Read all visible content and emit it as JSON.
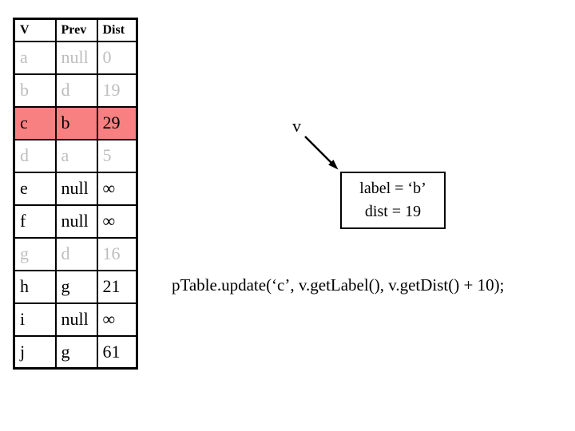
{
  "table": {
    "headers": [
      "V",
      "Prev",
      "Dist"
    ],
    "rows": [
      {
        "v": "a",
        "prev": "null",
        "dist": "0",
        "state": "dimmed"
      },
      {
        "v": "b",
        "prev": "d",
        "dist": "19",
        "state": "dimmed"
      },
      {
        "v": "c",
        "prev": "b",
        "dist": "29",
        "state": "highlighted"
      },
      {
        "v": "d",
        "prev": "a",
        "dist": "5",
        "state": "dimmed"
      },
      {
        "v": "e",
        "prev": "null",
        "dist": "∞",
        "state": "normal"
      },
      {
        "v": "f",
        "prev": "null",
        "dist": "∞",
        "state": "normal"
      },
      {
        "v": "g",
        "prev": "d",
        "dist": "16",
        "state": "dimmed"
      },
      {
        "v": "h",
        "prev": "g",
        "dist": "21",
        "state": "normal"
      },
      {
        "v": "i",
        "prev": "null",
        "dist": "∞",
        "state": "normal"
      },
      {
        "v": "j",
        "prev": "g",
        "dist": "61",
        "state": "normal"
      }
    ]
  },
  "annotation": {
    "pointer_label": "v",
    "box_lines": [
      "label = ‘b’",
      "dist = 19"
    ]
  },
  "code_line": "pTable.update(‘c’, v.getLabel(), v.getDist() + 10);",
  "colors": {
    "highlight_row_bg": "#f88080",
    "dimmed_text": "#bebebe",
    "normal_text": "#000000"
  }
}
